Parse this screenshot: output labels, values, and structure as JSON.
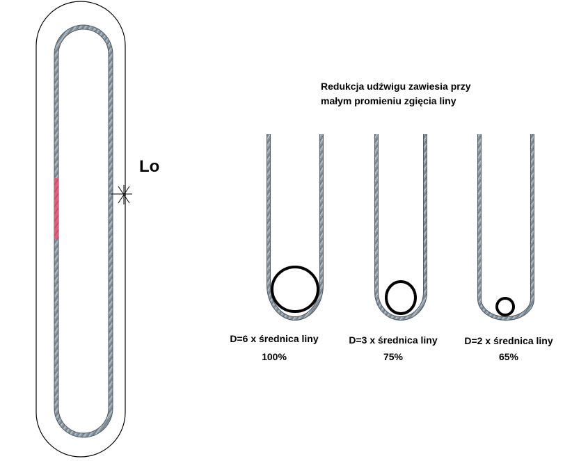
{
  "title": {
    "line1": "Redukcja udźwigu zawiesia przy",
    "line2": "małym promieniu zgięcia liny"
  },
  "length_label": "Lo",
  "colors": {
    "rope": "#7d8a94",
    "rope_dark": "#4a545c",
    "rope_highlight": "#c9d1d6",
    "marker": "#e0506a",
    "outline": "#000000",
    "pin": "#000000"
  },
  "cases": [
    {
      "caption": "D=6 x średnica liny",
      "percent": "100%",
      "pin_to_rope_ratio": 6
    },
    {
      "caption": "D=3 x średnica liny",
      "percent": "75%",
      "pin_to_rope_ratio": 3
    },
    {
      "caption": "D=2 x średnica liny",
      "percent": "65%",
      "pin_to_rope_ratio": 2
    }
  ]
}
